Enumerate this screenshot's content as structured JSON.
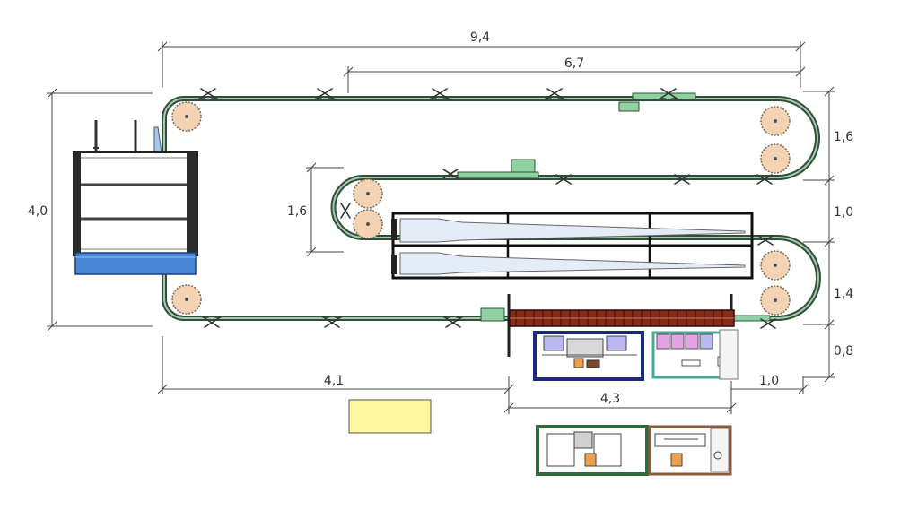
{
  "dimensions": {
    "total_length": "9,4",
    "inner_length": "6,7",
    "total_height": "4,0",
    "inner_loop_height": "1,6",
    "right_section_1": "1,6",
    "right_section_2": "1,0",
    "right_section_3": "1,4",
    "right_section_4": "0,8",
    "bottom_left_length": "4,1",
    "bottom_machine_length": "4,3",
    "bottom_right_length": "1,0"
  },
  "colors": {
    "track": "#3d6b4f",
    "sprocket": "#f3d3b3",
    "blue_base": "#4a86d8",
    "yellow_box": "#fff59d",
    "navy_frame": "#1b2a7a",
    "teal_frame": "#48a89c",
    "green_frame": "#2f6b3a",
    "brown_frame": "#8a5a3a",
    "pink_unit": "#e6a2e6",
    "lavender_unit": "#b9b9f0",
    "orange_unit": "#f0a04a"
  }
}
